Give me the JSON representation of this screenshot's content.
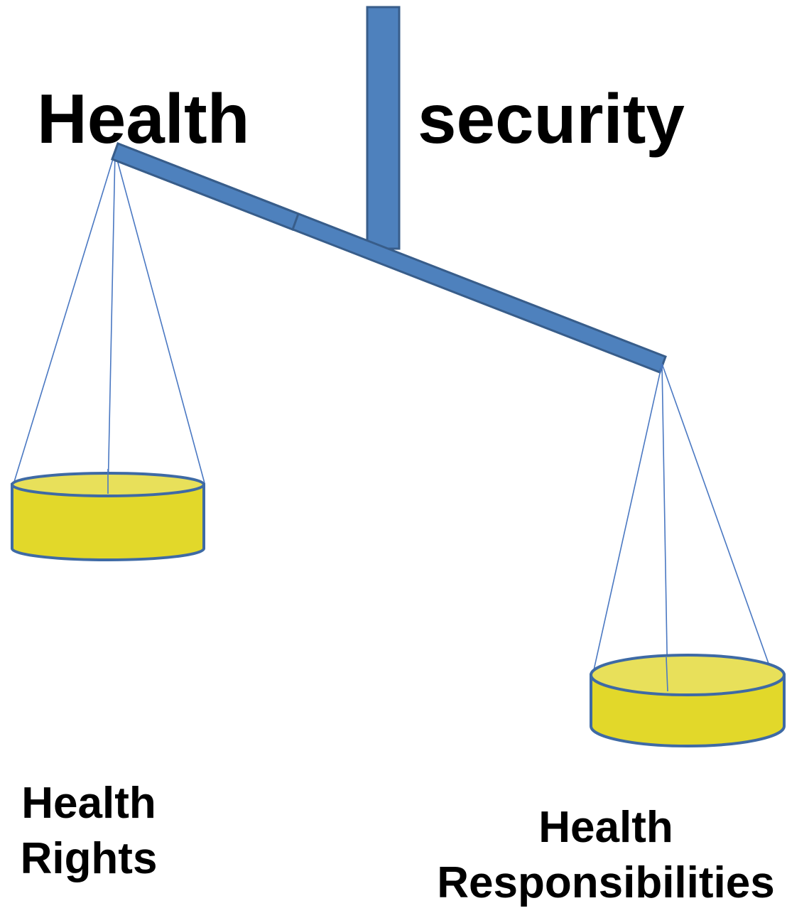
{
  "title": {
    "left_word": "Health",
    "right_word": "security"
  },
  "left_pan": {
    "line1": "Health",
    "line2": "Rights"
  },
  "right_pan": {
    "line1": "Health",
    "line2": "Responsibilities"
  },
  "colors": {
    "beam": "#4e81bd",
    "beam_stroke": "#385d8a",
    "pan_fill": "#e2d82a",
    "pan_top": "#e8e05a",
    "pan_stroke": "#3e6aa5",
    "string": "#4a78c2"
  }
}
